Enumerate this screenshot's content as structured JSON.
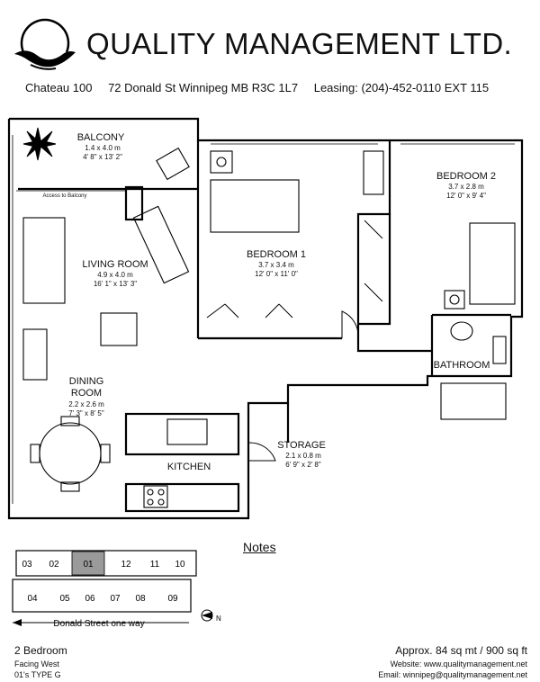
{
  "header": {
    "company": "QUALITY MANAGEMENT LTD.",
    "building": "Chateau 100",
    "address": "72 Donald St Winnipeg MB R3C 1L7",
    "leasing": "Leasing: (204)-452-0110  EXT 115"
  },
  "rooms": {
    "balcony": {
      "name": "BALCONY",
      "metric": "1.4 x 4.0 m",
      "imperial": "4' 8\" x 13' 2\""
    },
    "access": "Access to Balcony",
    "living": {
      "name": "LIVING ROOM",
      "metric": "4.9 x 4.0 m",
      "imperial": "16' 1\" x 13' 3\""
    },
    "bedroom1": {
      "name": "BEDROOM 1",
      "metric": "3.7 x 3.4 m",
      "imperial": "12' 0\" x 11' 0\""
    },
    "bedroom2": {
      "name": "BEDROOM 2",
      "metric": "3.7 x 2.8 m",
      "imperial": "12' 0\" x 9' 4\""
    },
    "bathroom": {
      "name": "BATHROOM"
    },
    "dining": {
      "name_line1": "DINING",
      "name_line2": "ROOM",
      "metric": "2.2 x 2.6 m",
      "imperial": "7' 3\" x 8' 5\""
    },
    "kitchen": {
      "name": "KITCHEN"
    },
    "storage": {
      "name": "STORAGE",
      "metric": "2.1 x 0.8 m",
      "imperial": "6' 9\" x 2' 8\""
    }
  },
  "notes_label": "Notes",
  "site_plan": {
    "top_units": [
      "03",
      "02",
      "01",
      "12",
      "11",
      "10"
    ],
    "bottom_units": [
      "04",
      "05",
      "06",
      "07",
      "08",
      "09"
    ],
    "street": "Donald Street one way",
    "north": "N",
    "highlight_color": "#9a9a9a"
  },
  "footer": {
    "suite_type": "2 Bedroom",
    "facing": "Facing West",
    "suite_code": "01's TYPE G",
    "area": "Approx. 84 sq mt / 900 sq ft",
    "website": "Website: www.qualitymanagement.net",
    "email": "Email: winnipeg@qualitymanagement.net"
  }
}
